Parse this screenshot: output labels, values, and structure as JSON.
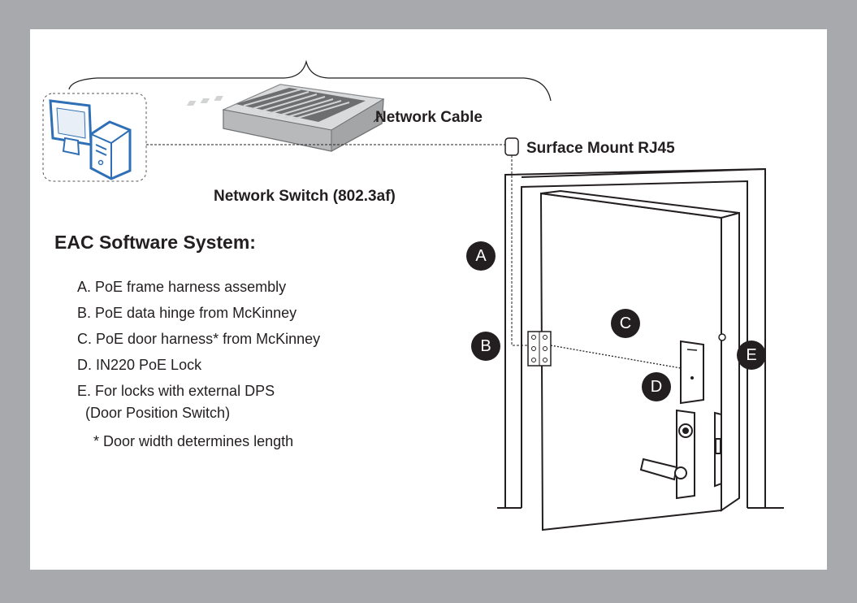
{
  "labels": {
    "network_cable": "Network Cable",
    "surface_mount": "Surface Mount RJ45",
    "network_switch": "Network Switch (802.3af)"
  },
  "legend": {
    "title": "EAC Software System:",
    "items": [
      "A. PoE frame harness assembly",
      "B. PoE data hinge from McKinney",
      "C. PoE door harness* from McKinney",
      "D. IN220 PoE Lock",
      "E. For locks with external DPS",
      "(Door Position Switch)",
      "* Door width determines length"
    ]
  },
  "badges": {
    "a": "A",
    "b": "B",
    "c": "C",
    "d": "D",
    "e": "E"
  },
  "colors": {
    "border": "#a7a9ac",
    "ink": "#231f20",
    "computer_blue": "#2e6fb5",
    "switch_gray": "#8a8c8e"
  }
}
